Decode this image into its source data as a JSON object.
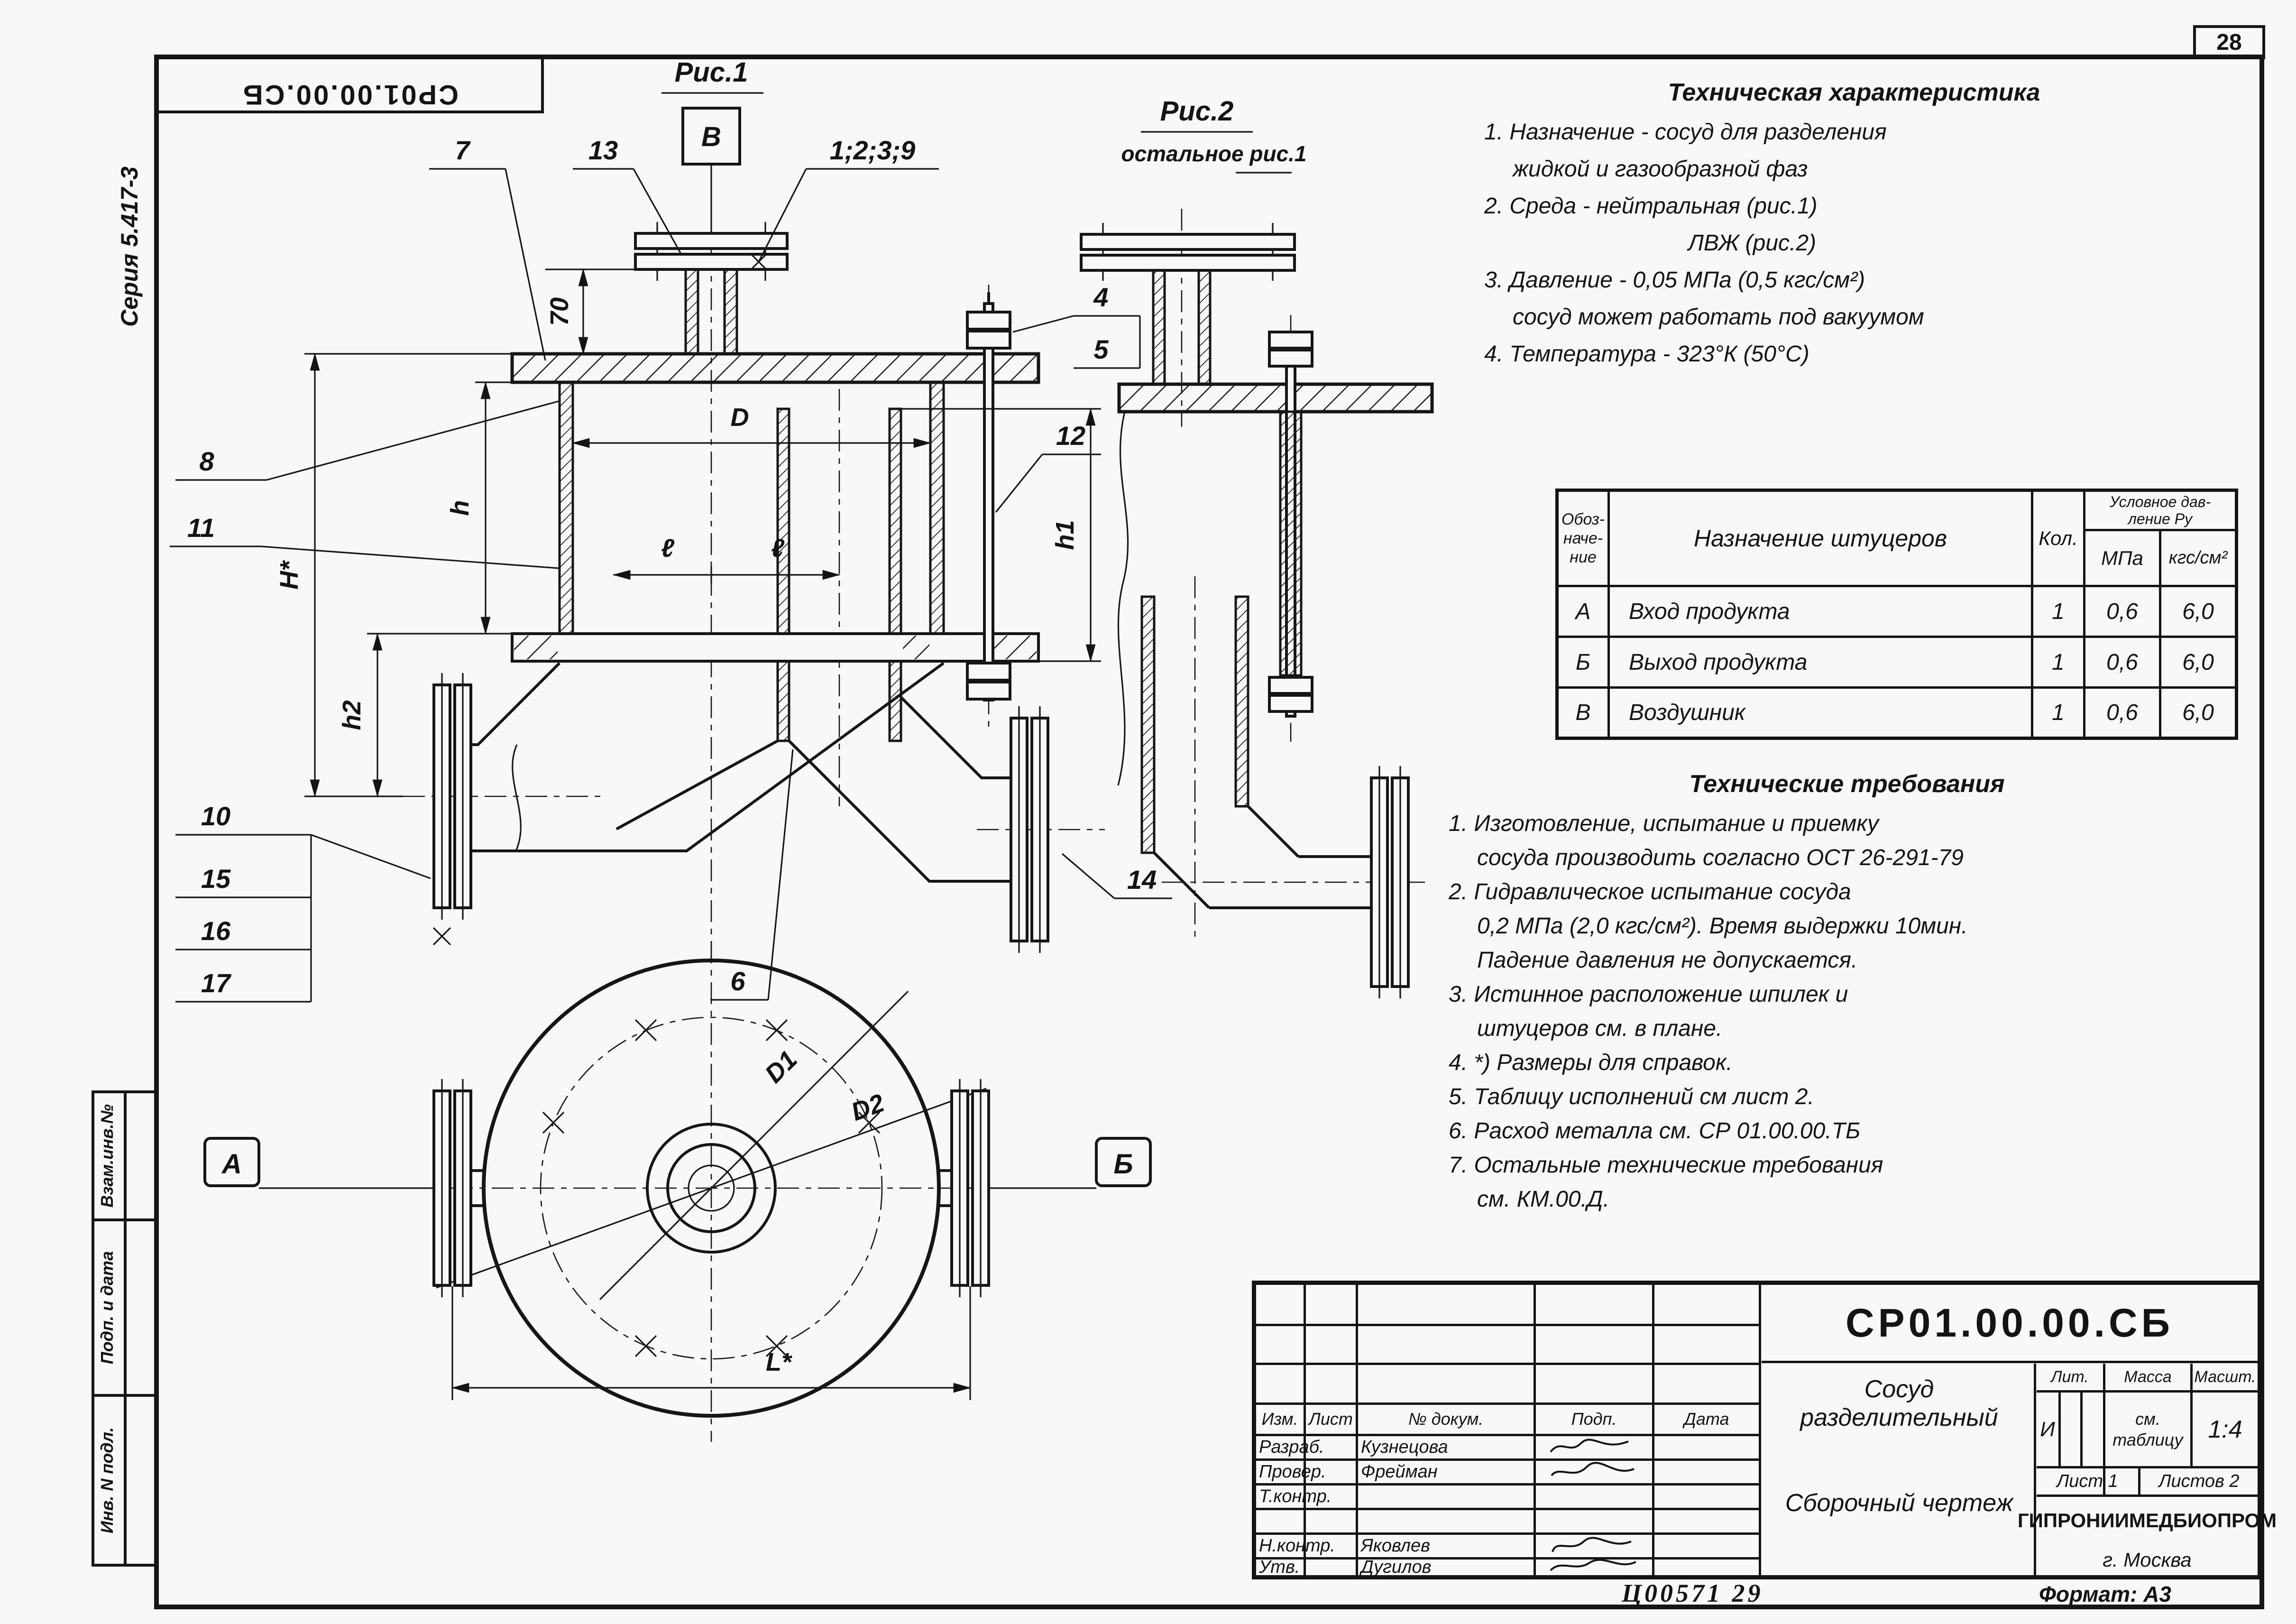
{
  "page": {
    "number": "28",
    "series": "Серия 5.417-3",
    "stamp_code": "СР01.00.00.СБ",
    "footer_code": "Ц00571    29",
    "format": "Формат: А3"
  },
  "margin_stamps": [
    "Взам.инв.№",
    "Подп. и дата",
    "Инв. N подл."
  ],
  "fig1": {
    "title": "Рис.1",
    "view_marker": "В"
  },
  "fig2": {
    "title": "Рис.2",
    "note": "остальное рис.1"
  },
  "callouts": {
    "c7": "7",
    "c13": "13",
    "c1239": "1;2;3;9",
    "c4": "4",
    "c5": "5",
    "c12": "12",
    "c8": "8",
    "c11": "11",
    "c10": "10",
    "c15": "15",
    "c16": "16",
    "c17": "17",
    "c6": "6",
    "c14": "14"
  },
  "dims": {
    "d70": "70",
    "D": "D",
    "h": "h",
    "H": "H*",
    "h1": "h1",
    "h2": "h2",
    "l1": "ℓ",
    "l2": "ℓ",
    "D1": "D1",
    "D2": "D2",
    "L": "L*",
    "A": "А",
    "B": "Б"
  },
  "tech_char": {
    "title": "Техническая характеристика",
    "lines": [
      "1. Назначение - сосуд для разделения",
      "жидкой и газообразной фаз",
      "2. Среда - нейтральная (рис.1)",
      "ЛВЖ (рис.2)",
      "3. Давление - 0,05 МПа (0,5 кгс/см²)",
      "сосуд может работать под вакуумом",
      "4. Температура - 323°К (50°С)"
    ]
  },
  "nozzle_table": {
    "mark_l1": "Обоз-",
    "mark_l2": "наче-",
    "mark_l3": "ние",
    "purpose_h": "Назначение штуцеров",
    "qty_h": "Кол.",
    "press_l1": "Условное дав-",
    "press_l2": "ление Ру",
    "mpa_h": "МПа",
    "kgs_h": "кгс/см²",
    "rows": [
      {
        "mark": "А",
        "purpose": "Вход продукта",
        "qty": "1",
        "mpa": "0,6",
        "kgs": "6,0"
      },
      {
        "mark": "Б",
        "purpose": "Выход продукта",
        "qty": "1",
        "mpa": "0,6",
        "kgs": "6,0"
      },
      {
        "mark": "В",
        "purpose": "Воздушник",
        "qty": "1",
        "mpa": "0,6",
        "kgs": "6,0"
      }
    ]
  },
  "tech_req": {
    "title": "Технические требования",
    "lines": [
      "1. Изготовление, испытание и приемку",
      "сосуда производить согласно ОСТ 26-291-79",
      "2. Гидравлическое испытание сосуда",
      "0,2 МПа (2,0 кгс/см²). Время выдержки 10мин.",
      "Падение давления не допускается.",
      "3. Истинное расположение шпилек и",
      "штуцеров см. в плане.",
      "4. *) Размеры для справок.",
      "5. Таблицу исполнений см лист 2.",
      "6. Расход металла см. СР 01.00.00.ТБ",
      "7. Остальные технические требования",
      "см. КМ.00.Д."
    ]
  },
  "title_block": {
    "doc_number": "СР01.00.00.СБ",
    "name_line1": "Сосуд разделительный",
    "name_line2": "Сборочный чертеж",
    "cols": [
      "Изм.",
      "Лист",
      "№ докум.",
      "Подп.",
      "Дата"
    ],
    "sig_rows": [
      {
        "role": "Разраб.",
        "name": "Кузнецова"
      },
      {
        "role": "Провер.",
        "name": "Фрейман"
      },
      {
        "role": "Т.контр.",
        "name": ""
      },
      {
        "role": "",
        "name": ""
      },
      {
        "role": "Н.контр.",
        "name": "Яковлев"
      },
      {
        "role": "Утв.",
        "name": "Дугилов"
      }
    ],
    "lit_label": "Лит.",
    "lit_value": "И",
    "mass_label": "Масса",
    "mass_value_l1": "см.",
    "mass_value_l2": "таблицу",
    "scale_label": "Масшт.",
    "scale_value": "1:4",
    "sheet_label": "Лист 1",
    "sheets_label": "Листов 2",
    "org": "ГИПРОНИИМЕДБИОПРОМ",
    "city": "г. Москва"
  }
}
